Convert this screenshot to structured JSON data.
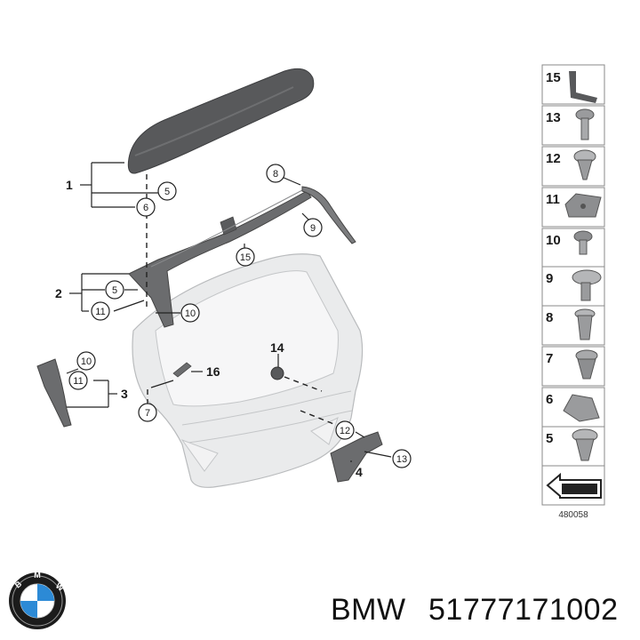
{
  "callouts": {
    "n1": "1",
    "n2": "2",
    "n3": "3",
    "n4": "4",
    "c5a": "5",
    "c6": "6",
    "c8": "8",
    "c9": "9",
    "c15": "15",
    "c5b": "5",
    "c11a": "11",
    "c10a": "10",
    "c16": "16",
    "c10b": "10",
    "c11b": "11",
    "c7": "7",
    "c14": "14",
    "c12": "12",
    "c13": "13"
  },
  "parts_column": [
    "15",
    "13",
    "12",
    "11",
    "10",
    "9",
    "8",
    "7",
    "6",
    "5"
  ],
  "diagram_code": "480058",
  "footer": {
    "brand": "BMW",
    "part_number": "51777171002"
  },
  "colors": {
    "spoiler": "#58595b",
    "tailgate": "#e9eaeb",
    "trim": "#6b6c6e",
    "line": "#222222"
  }
}
